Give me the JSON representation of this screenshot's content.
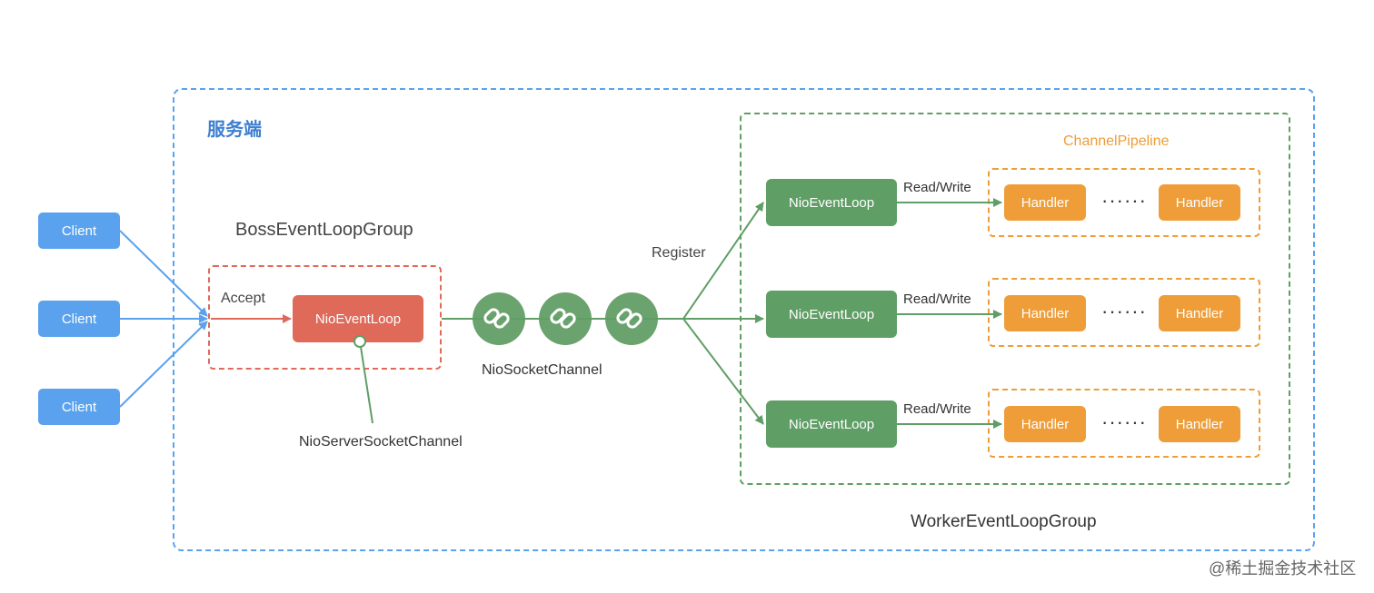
{
  "server": {
    "title": "服务端"
  },
  "boss": {
    "group_label": "BossEventLoopGroup",
    "accept_label": "Accept",
    "event_loop_label": "NioEventLoop",
    "server_channel_label": "NioServerSocketChannel"
  },
  "clients": [
    {
      "label": "Client"
    },
    {
      "label": "Client"
    },
    {
      "label": "Client"
    }
  ],
  "channels": {
    "label": "NioSocketChannel",
    "icon": "link-icon"
  },
  "register_label": "Register",
  "worker": {
    "group_label": "WorkerEventLoopGroup",
    "pipeline_label": "ChannelPipeline",
    "rows": [
      {
        "loop": "NioEventLoop",
        "rw": "Read/Write",
        "handler_a": "Handler",
        "ellipsis": "······",
        "handler_b": "Handler"
      },
      {
        "loop": "NioEventLoop",
        "rw": "Read/Write",
        "handler_a": "Handler",
        "ellipsis": "······",
        "handler_b": "Handler"
      },
      {
        "loop": "NioEventLoop",
        "rw": "Read/Write",
        "handler_a": "Handler",
        "ellipsis": "······",
        "handler_b": "Handler"
      }
    ]
  },
  "watermark": "@稀土掘金技术社区",
  "colors": {
    "blue": "#5aa2ee",
    "red": "#df6a5a",
    "green": "#5f9e65",
    "orange": "#ee9d39",
    "title_blue": "#3d7fd0"
  }
}
